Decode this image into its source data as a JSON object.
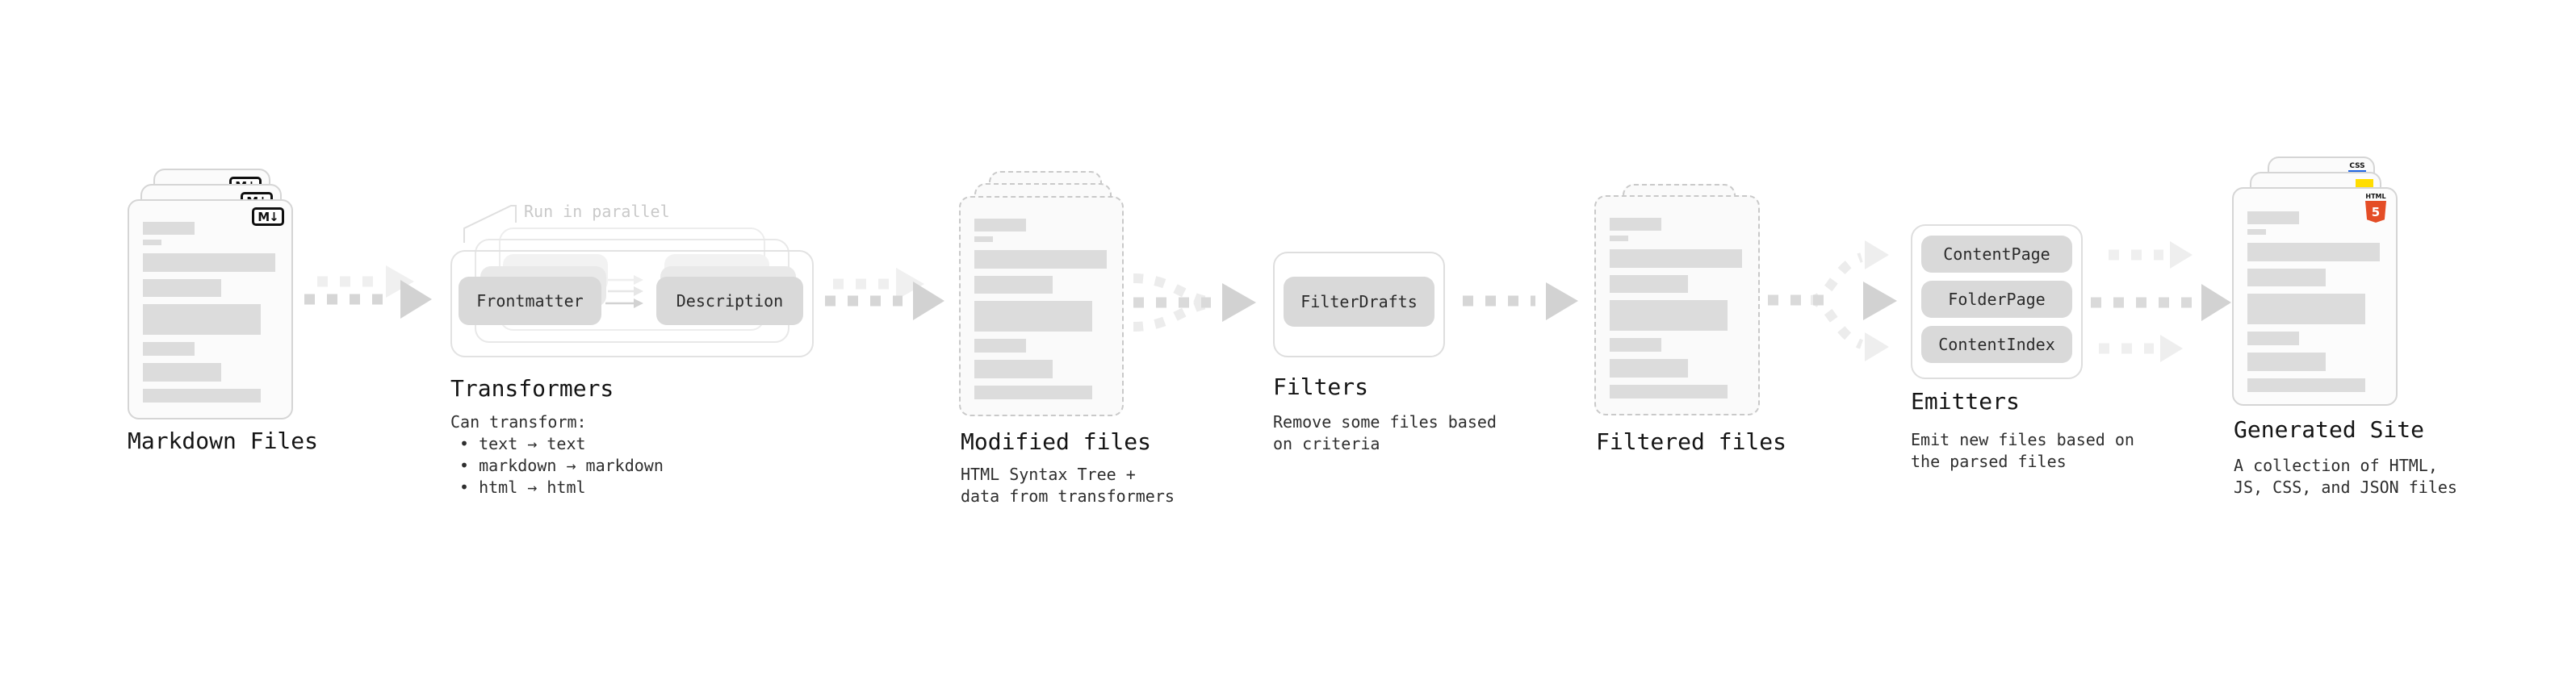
{
  "stages": {
    "markdown": {
      "label": "Markdown Files",
      "badge": "M↓"
    },
    "transformers": {
      "title": "Transformers",
      "callout": "Run in parallel",
      "box_frontmatter": "Frontmatter",
      "box_description": "Description",
      "desc_heading": "Can transform:",
      "bullets": [
        "• text → text",
        "• markdown → markdown",
        "• html → html"
      ]
    },
    "modified": {
      "label": "Modified files",
      "desc_line1": "HTML Syntax Tree +",
      "desc_line2": "data from transformers"
    },
    "filters": {
      "title": "Filters",
      "box_filterdrafts": "FilterDrafts",
      "desc_line1": "Remove some files based",
      "desc_line2": "on criteria"
    },
    "filtered": {
      "label": "Filtered files"
    },
    "emitters": {
      "title": "Emitters",
      "box_contentpage": "ContentPage",
      "box_folderpage": "FolderPage",
      "box_contentindex": "ContentIndex",
      "desc_line1": "Emit new files based on",
      "desc_line2": "the parsed files"
    },
    "generated": {
      "label": "Generated Site",
      "desc_line1": "A collection of HTML,",
      "desc_line2": "JS, CSS, and JSON files",
      "html5_icon_text": "HTML",
      "html5_icon_number": "5",
      "css_icon_text": "CSS"
    }
  },
  "colors": {
    "html5_orange": "#e44d26",
    "js_yellow": "#ffdd00",
    "css_blue": "#2065e0",
    "arrow_gray": "#d2d2d2",
    "box_gray": "#d9d9d9",
    "doc_border": "#d5d5d5"
  }
}
